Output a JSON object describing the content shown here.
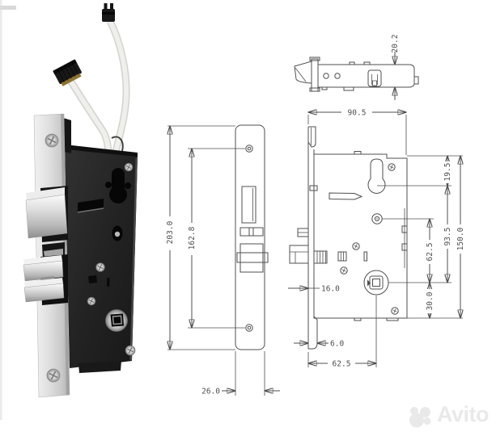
{
  "front_view": {
    "overall_height": "203.0",
    "screw_spacing": "162.8",
    "plate_width": "26.0"
  },
  "top_view": {
    "body_thickness": "20.2"
  },
  "side_view": {
    "body_width": "90.5",
    "top_to_cylinder": "19.5",
    "cylinder_to_spindle": "93.5",
    "body_height": "150.0",
    "hub_to_spindle": "62.5",
    "edge_offset": "16.0",
    "spindle_to_bottom": "30.0",
    "lip": "6.0",
    "backset": "62.5"
  },
  "watermark": {
    "brand": "Avito",
    "color": "#e9e9e9"
  }
}
